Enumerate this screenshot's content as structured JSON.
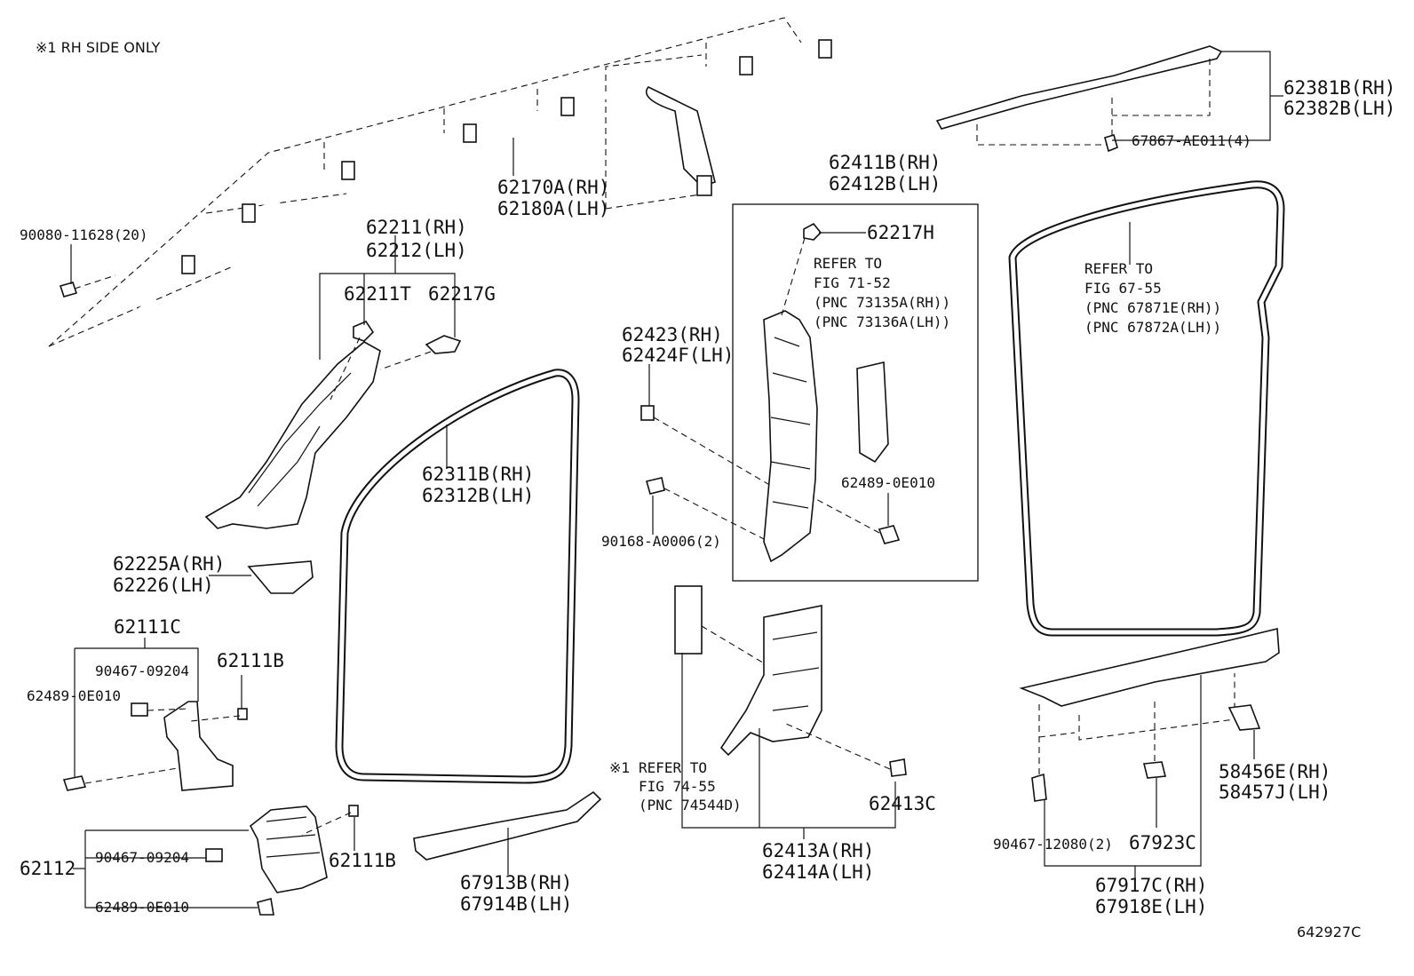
{
  "note": "※1 RH SIDE ONLY",
  "ref": "642927C",
  "labels": {
    "l90080": "90080-11628(20)",
    "l62170a": "62170A(RH)",
    "l62180a": "62180A(LH)",
    "l62211": "62211(RH)",
    "l62212": "62212(LH)",
    "l62211t": "62211T",
    "l62217g": "62217G",
    "l62225a": "62225A(RH)",
    "l62226": "62226(LH)",
    "l62111c": "62111C",
    "l90467a": "90467-09204",
    "l62489a": "62489-0E010",
    "l62111b_a": "62111B",
    "l62112": "62112",
    "l90467b": "90467-09204",
    "l62489b": "62489-0E010",
    "l62111b_b": "62111B",
    "l62311b": "62311B(RH)",
    "l62312b": "62312B(LH)",
    "l67913b": "67913B(RH)",
    "l67914b": "67914B(LH)",
    "l62423": "62423(RH)",
    "l62424f": "62424F(LH)",
    "l90168": "90168-A0006(2)",
    "l62411b": "62411B(RH)",
    "l62412b": "62412B(LH)",
    "l62217h": "62217H",
    "refer1": "REFER TO",
    "fig1": "FIG 71-52",
    "pnc1a": "(PNC 73135A(RH))",
    "pnc1b": "(PNC 73136A(LH))",
    "l62489c": "62489-0E010",
    "refer3_mark": "※1",
    "refer3": "REFER TO",
    "fig3": "FIG 74-55",
    "pnc3": "(PNC 74544D)",
    "l62413c": "62413C",
    "l62413a": "62413A(RH)",
    "l62414a": "62414A(LH)",
    "l62381b": "62381B(RH)",
    "l62382b": "62382B(LH)",
    "l67867": "67867-AE011(4)",
    "refer2": "REFER TO",
    "fig2": "FIG 67-55",
    "pnc2a": "(PNC 67871E(RH))",
    "pnc2b": "(PNC 67872A(LH))",
    "l58456e": "58456E(RH)",
    "l58457j": "58457J(LH)",
    "l90467c": "90467-12080(2)",
    "l67923c": "67923C",
    "l67917c": "67917C(RH)",
    "l67918e": "67918E(LH)"
  }
}
